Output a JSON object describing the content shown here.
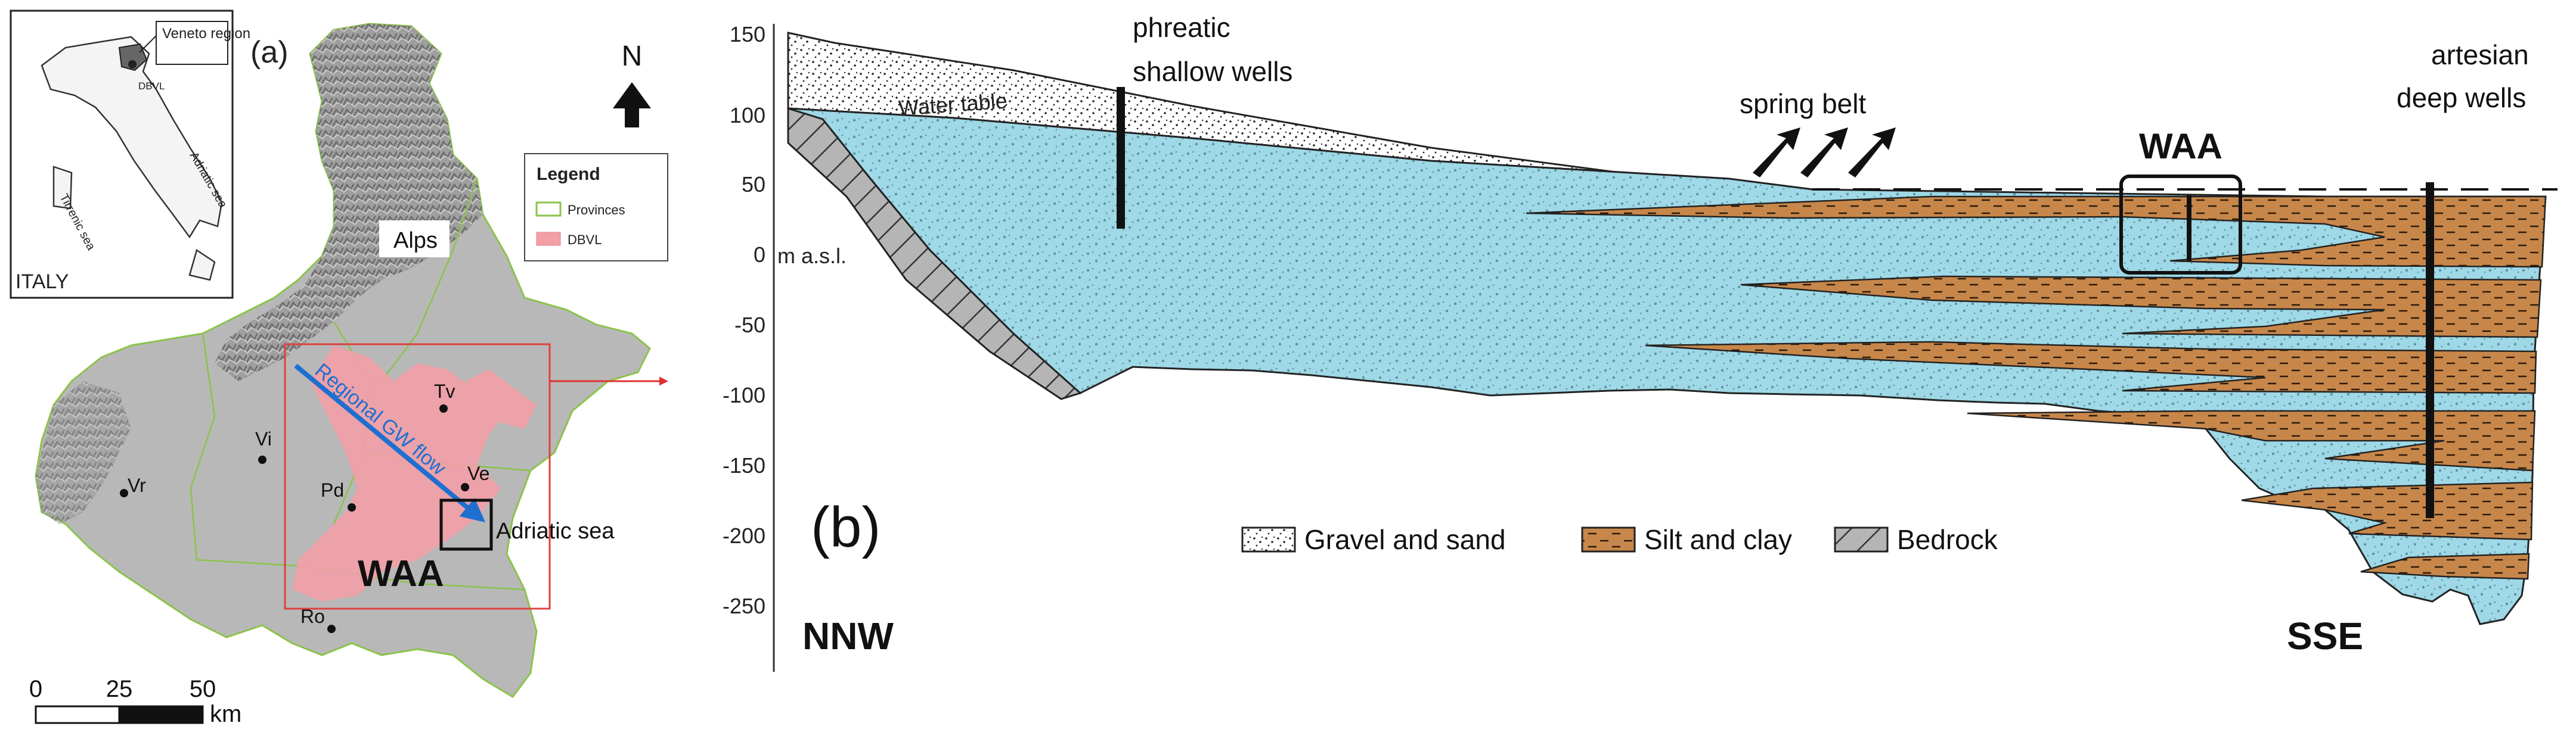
{
  "panel_a": {
    "panel_label": "(a)",
    "inset": {
      "country": "ITALY",
      "region_label": "Veneto region",
      "dbvl": "DBVL",
      "tyrrhenian": "Tirrenic sea",
      "adriatic": "Adriatic sea"
    },
    "north": "N",
    "alps": "Alps",
    "cities": [
      "Tv",
      "Vi",
      "Vr",
      "Pd",
      "Ve",
      "Ro"
    ],
    "flow_label": "Regional GW flow",
    "adriatic_sea": "Adriatic sea",
    "waa": "WAA",
    "legend": {
      "title": "Legend",
      "items": [
        {
          "label": "Provinces",
          "color": "#8bc34a"
        },
        {
          "label": "DBVL",
          "color": "#f2a0a6"
        }
      ]
    },
    "scalebar": {
      "ticks": [
        "0",
        "25",
        "50"
      ],
      "unit": "km"
    }
  },
  "panel_b": {
    "panel_label": "(b)",
    "yaxis": {
      "ticks": [
        "150",
        "100",
        "50",
        "0",
        "-50",
        "-100",
        "-150",
        "-200",
        "-250"
      ],
      "unit": "m a.s.l."
    },
    "labels": {
      "phreatic_line1": "phreatic",
      "phreatic_line2": "shallow wells",
      "water_table": "Water table",
      "spring_belt": "spring belt",
      "waa": "WAA",
      "artesian_line1": "artesian",
      "artesian_line2": "deep wells",
      "left_dir": "NNW",
      "right_dir": "SSE"
    },
    "legend": [
      {
        "label": "Gravel and sand",
        "pattern": "dots"
      },
      {
        "label": "Silt and clay",
        "pattern": "dashes",
        "color": "#c8874a"
      },
      {
        "label": "Bedrock",
        "pattern": "hatch"
      }
    ],
    "colors": {
      "aquifer": "#9fd8e6",
      "clay": "#c8874a",
      "bedrock": "#b5b5b5",
      "dbvl": "#f2a0a6",
      "land": "#b8b8b8"
    }
  }
}
